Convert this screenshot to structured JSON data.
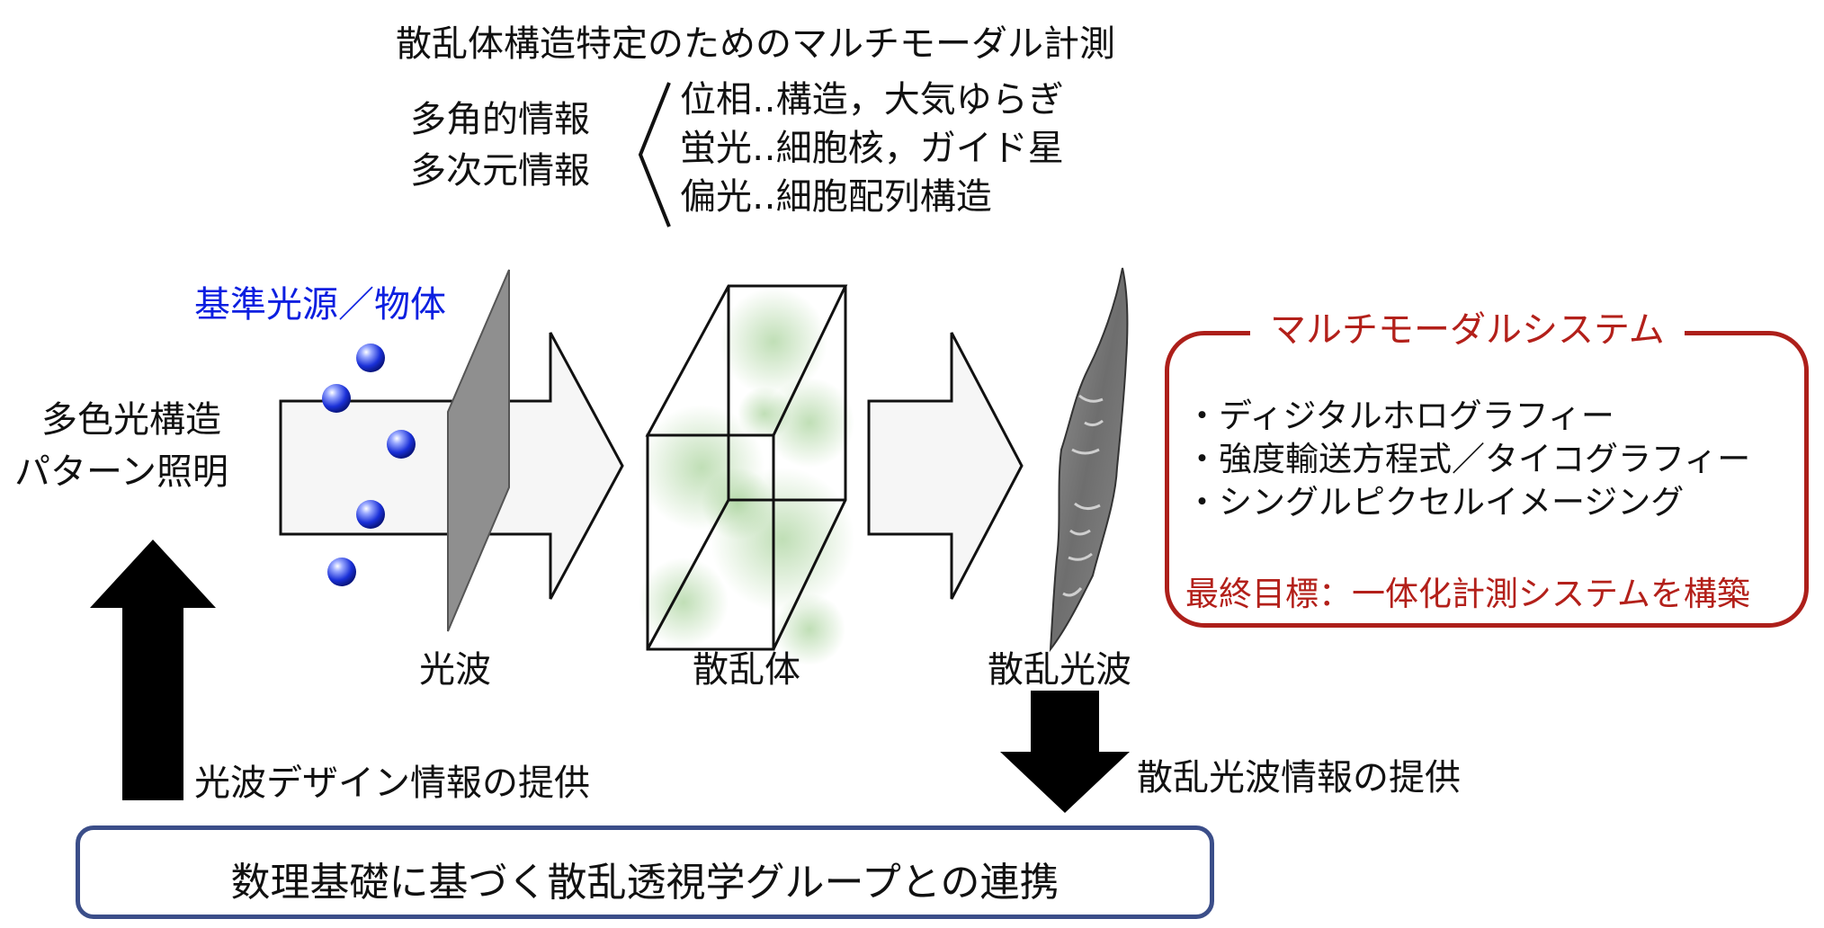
{
  "title": "散乱体構造特定のためのマルチモーダル計測",
  "info_types": [
    "多角的情報",
    "多次元情報"
  ],
  "info_details": [
    "位相‥構造，大気ゆらぎ",
    "蛍光‥細胞核，ガイド星",
    "偏光‥細胞配列構造"
  ],
  "illumination_label": [
    "多色光構造",
    "パターン照明"
  ],
  "reference_label": "基準光源／物体",
  "stage_labels": {
    "light_wave": "光波",
    "scatterer": "散乱体",
    "scattered_wave": "散乱光波"
  },
  "multimodal_system": {
    "title": "マルチモーダルシステム",
    "items": [
      "・ディジタルホログラフィー",
      "・強度輸送方程式／タイコグラフィー",
      "・シングルピクセルイメージング"
    ],
    "goal": "最終目標：一体化計測システムを構築"
  },
  "left_arrow_label": "光波デザイン情報の提供",
  "right_arrow_label": "散乱光波情報の提供",
  "collaboration": "数理基礎に基づく散乱透視学グループとの連携",
  "colors": {
    "reference_blue": "#0c1fe0",
    "system_red": "#b3201a",
    "group_border": "#3b4e89",
    "scatter_green": "#8cc47a"
  }
}
